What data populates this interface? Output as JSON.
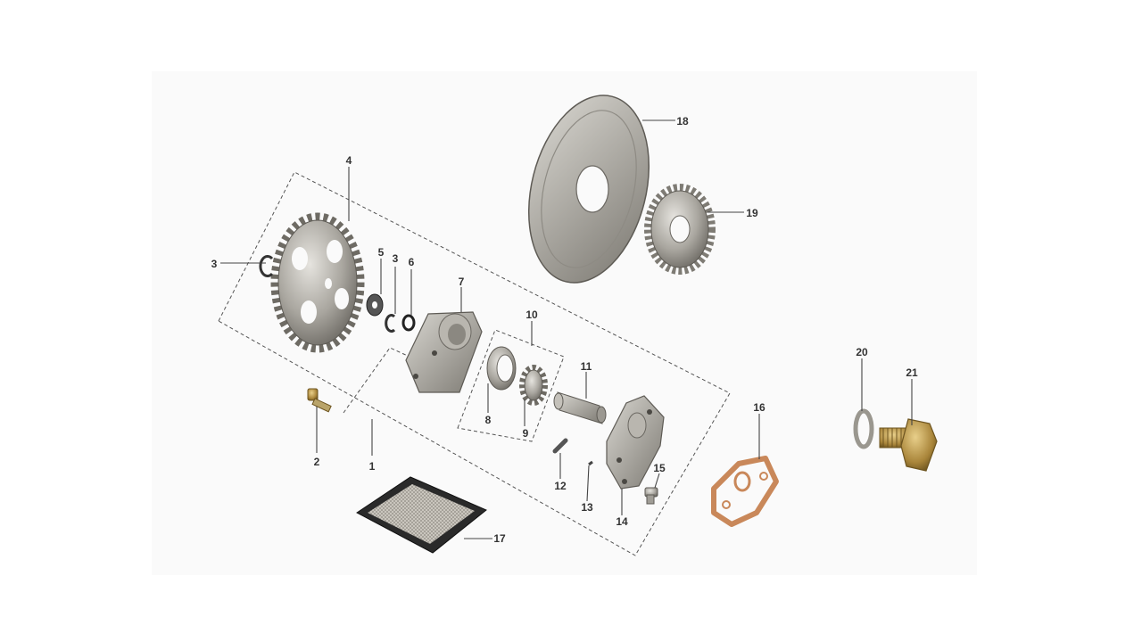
{
  "diagram": {
    "callouts": [
      {
        "id": "c1",
        "label": "1"
      },
      {
        "id": "c2",
        "label": "2"
      },
      {
        "id": "c3a",
        "label": "3"
      },
      {
        "id": "c3b",
        "label": "3"
      },
      {
        "id": "c4",
        "label": "4"
      },
      {
        "id": "c5",
        "label": "5"
      },
      {
        "id": "c6",
        "label": "6"
      },
      {
        "id": "c7",
        "label": "7"
      },
      {
        "id": "c8",
        "label": "8"
      },
      {
        "id": "c9",
        "label": "9"
      },
      {
        "id": "c10",
        "label": "10"
      },
      {
        "id": "c11",
        "label": "11"
      },
      {
        "id": "c12",
        "label": "12"
      },
      {
        "id": "c13",
        "label": "13"
      },
      {
        "id": "c14",
        "label": "14"
      },
      {
        "id": "c15",
        "label": "15"
      },
      {
        "id": "c16",
        "label": "16"
      },
      {
        "id": "c17",
        "label": "17"
      },
      {
        "id": "c18",
        "label": "18"
      },
      {
        "id": "c19",
        "label": "19"
      },
      {
        "id": "c20",
        "label": "20"
      },
      {
        "id": "c21",
        "label": "21"
      }
    ]
  }
}
